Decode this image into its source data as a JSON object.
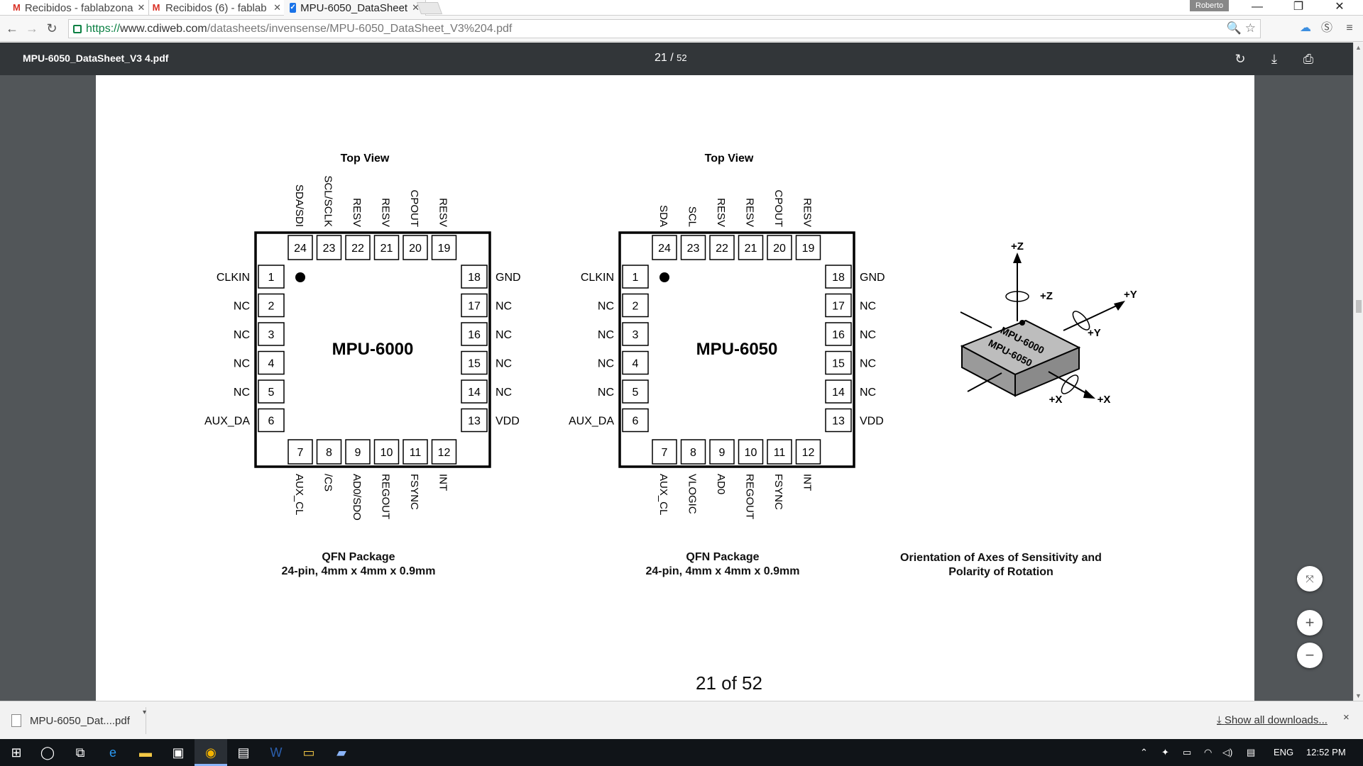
{
  "tabs": [
    {
      "title": "Recibidos - fablabzona",
      "icon": "gmail-icon"
    },
    {
      "title": "Recibidos (6) - fablab",
      "icon": "gmail-icon"
    },
    {
      "title": "MPU-6050_DataSheet",
      "icon": "pdf-icon"
    }
  ],
  "window": {
    "profile": "Roberto",
    "minimize": "—",
    "restore": "❐",
    "close": "✕"
  },
  "address_bar": {
    "url_scheme": "https://",
    "url_host": "www.cdiweb.com",
    "url_path": "/datasheets/invensense/MPU-6050_DataSheet_V3%204.pdf"
  },
  "pdf_toolbar": {
    "filename": "MPU-6050_DataSheet_V3 4.pdf",
    "current_page": "21",
    "separator": "/",
    "total_pages": "52"
  },
  "document": {
    "chips": [
      {
        "top_view": "Top View",
        "chip_label": "MPU-6000",
        "top_pin_names": [
          "SDA/SDI",
          "SCL/SCLK",
          "RESV",
          "RESV",
          "CPOUT",
          "RESV"
        ],
        "top_pin_nums": [
          "24",
          "23",
          "22",
          "21",
          "20",
          "19"
        ],
        "left_pin_names": [
          "CLKIN",
          "NC",
          "NC",
          "NC",
          "NC",
          "AUX_DA"
        ],
        "left_pin_nums": [
          "1",
          "2",
          "3",
          "4",
          "5",
          "6"
        ],
        "right_pin_names": [
          "GND",
          "NC",
          "NC",
          "NC",
          "NC",
          "VDD"
        ],
        "right_pin_nums": [
          "18",
          "17",
          "16",
          "15",
          "14",
          "13"
        ],
        "bottom_pin_names": [
          "AUX_CL",
          "/CS",
          "AD0/SDO",
          "REGOUT",
          "FSYNC",
          "INT"
        ],
        "bottom_pin_nums": [
          "7",
          "8",
          "9",
          "10",
          "11",
          "12"
        ],
        "caption_line1": "QFN Package",
        "caption_line2": "24-pin, 4mm x 4mm x 0.9mm"
      },
      {
        "top_view": "Top View",
        "chip_label": "MPU-6050",
        "top_pin_names": [
          "SDA",
          "SCL",
          "RESV",
          "RESV",
          "CPOUT",
          "RESV"
        ],
        "top_pin_nums": [
          "24",
          "23",
          "22",
          "21",
          "20",
          "19"
        ],
        "left_pin_names": [
          "CLKIN",
          "NC",
          "NC",
          "NC",
          "NC",
          "AUX_DA"
        ],
        "left_pin_nums": [
          "1",
          "2",
          "3",
          "4",
          "5",
          "6"
        ],
        "right_pin_names": [
          "GND",
          "NC",
          "NC",
          "NC",
          "NC",
          "VDD"
        ],
        "right_pin_nums": [
          "18",
          "17",
          "16",
          "15",
          "14",
          "13"
        ],
        "bottom_pin_names": [
          "AUX_CL",
          "VLOGIC",
          "AD0",
          "REGOUT",
          "FSYNC",
          "INT"
        ],
        "bottom_pin_nums": [
          "7",
          "8",
          "9",
          "10",
          "11",
          "12"
        ],
        "caption_line1": "QFN Package",
        "caption_line2": "24-pin, 4mm x 4mm x 0.9mm"
      }
    ],
    "axes": {
      "labels": [
        "+Z",
        "+Z",
        "+Y",
        "+Y",
        "+X",
        "+X"
      ],
      "chip_text_1": "MPU-6000",
      "chip_text_2": "MPU-6050",
      "caption_line1": "Orientation of Axes of Sensitivity and",
      "caption_line2": "Polarity of Rotation"
    },
    "page_label": "21 of 52"
  },
  "downloads": {
    "item": "MPU-6050_Dat....pdf",
    "show_all": "Show all downloads...",
    "close": "×"
  },
  "taskbar": {
    "language": "ENG",
    "time": "12:52 PM"
  }
}
